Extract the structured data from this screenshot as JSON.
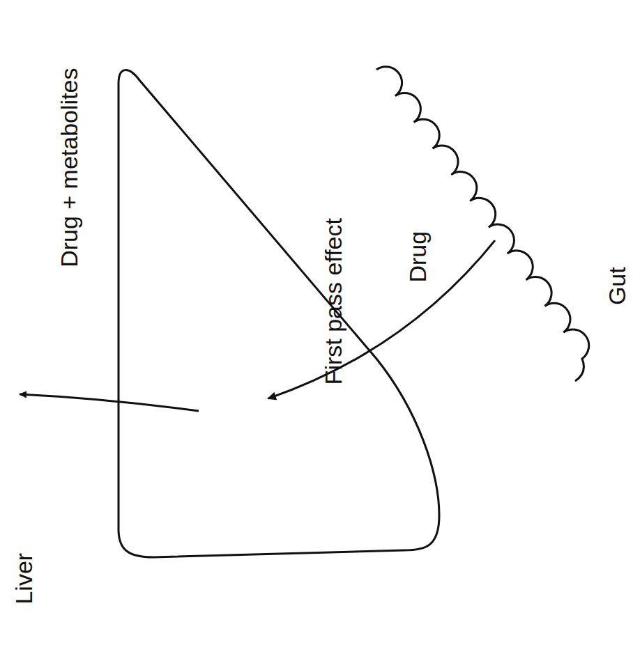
{
  "diagram": {
    "nodes": [
      {
        "text": [
          "First pass effect",
          "Liver"
        ]
      },
      {
        "text": [
          "Gut"
        ]
      }
    ],
    "edges": [
      {
        "from": 1,
        "to": 0,
        "arrow": "to",
        "label": "Drug"
      }
    ],
    "labels": [
      "Drug + metabolites"
    ]
  }
}
